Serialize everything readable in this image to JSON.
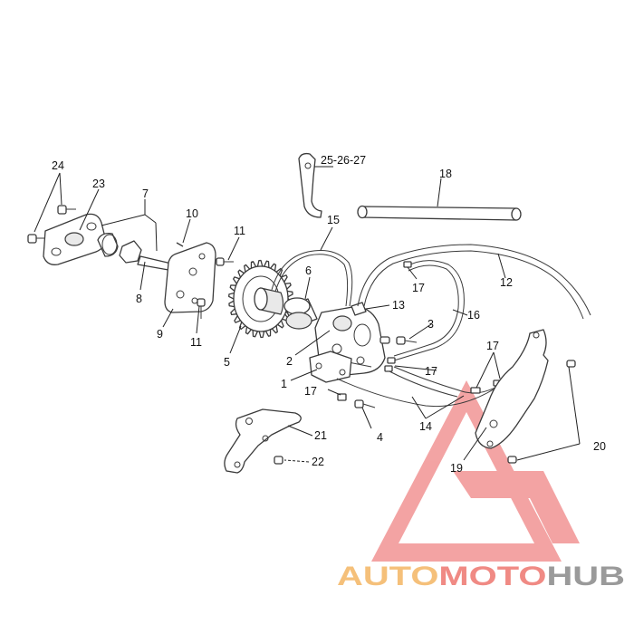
{
  "labels": {
    "p1": "1",
    "p2": "2",
    "p3": "3",
    "p4": "4",
    "p5": "5",
    "p6": "6",
    "p7": "7",
    "p8": "8",
    "p9": "9",
    "p10": "10",
    "p11a": "11",
    "p11b": "11",
    "p12": "12",
    "p13": "13",
    "p14": "14",
    "p15": "15",
    "p16": "16",
    "p17a": "17",
    "p17b": "17",
    "p17c": "17",
    "p17d": "17",
    "p18": "18",
    "p19": "19",
    "p20": "20",
    "p21": "21",
    "p22": "22",
    "p23": "23",
    "p24": "24",
    "p25": "25-26-27"
  },
  "watermark": {
    "part1": "AUTO",
    "part2": "MOTO",
    "part3": "HUB",
    "color_auto": "#f5c07a",
    "color_moto": "#f08a84",
    "color_hub": "#9a9a9a",
    "triangle_color": "#ee6b6b"
  }
}
